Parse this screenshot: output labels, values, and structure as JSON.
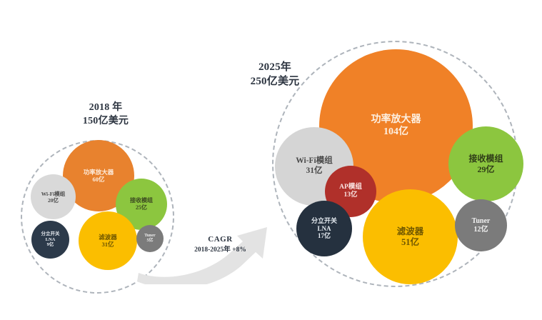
{
  "groups": {
    "y2018": {
      "title_line1": "2018 年",
      "title_line2": "150亿美元"
    },
    "y2025": {
      "title_line1": "2025年",
      "title_line2": "250亿美元"
    }
  },
  "cagr": {
    "line1": "CAGR",
    "line2": "2018-2025年 +8%"
  },
  "bubbles_2018": [
    {
      "label": "功率放大器",
      "value": "60亿",
      "color": "#e8822e"
    },
    {
      "label": "Wi-Fi模组",
      "value": "20亿",
      "color": "#d9d9d9"
    },
    {
      "label": "接收模组",
      "value": "25亿",
      "color": "#8cc63f"
    },
    {
      "label": "滤波器",
      "value": "31亿",
      "color": "#fbbe00"
    },
    {
      "label": "分立开关",
      "label2": "LNA",
      "value": "9亿",
      "color": "#2c3a4a"
    },
    {
      "label": "Tuner",
      "value": "5亿",
      "color": "#7b7b7b"
    }
  ],
  "bubbles_2025": [
    {
      "label": "功率放大器",
      "value": "104亿",
      "color": "#f08127"
    },
    {
      "label": "Wi-Fi模组",
      "value": "31亿",
      "color": "#d5d5d5"
    },
    {
      "label": "接收模组",
      "value": "29亿",
      "color": "#8cc63f"
    },
    {
      "label": "滤波器",
      "value": "51亿",
      "color": "#fbbe00"
    },
    {
      "label": "AP模组",
      "value": "13亿",
      "color": "#b0302a"
    },
    {
      "label": "分立开关",
      "label2": "LNA",
      "value": "17亿",
      "color": "#25313f"
    },
    {
      "label": "Tuner",
      "value": "12亿",
      "color": "#7b7b7b"
    }
  ],
  "watermark": "",
  "chart_data": {
    "type": "bubble",
    "title": "全球射频前端市场规模构成 2018 vs 2025",
    "unit": "亿美元",
    "series": [
      {
        "name": "2018 年",
        "total": 150,
        "total_label": "150亿美元",
        "categories": [
          "功率放大器",
          "Wi-Fi模组",
          "接收模组",
          "滤波器",
          "分立开关 LNA",
          "Tuner"
        ],
        "values": [
          60,
          20,
          25,
          31,
          9,
          5
        ],
        "value_labels": [
          "60亿",
          "20亿",
          "25亿",
          "31亿",
          "9亿",
          "5亿"
        ],
        "colors": [
          "#e8822e",
          "#d9d9d9",
          "#8cc63f",
          "#fbbe00",
          "#2c3a4a",
          "#7b7b7b"
        ]
      },
      {
        "name": "2025年",
        "total": 250,
        "total_label": "250亿美元",
        "categories": [
          "功率放大器",
          "Wi-Fi模组",
          "接收模组",
          "滤波器",
          "AP模组",
          "分立开关 LNA",
          "Tuner"
        ],
        "values": [
          104,
          31,
          29,
          51,
          13,
          17,
          12
        ],
        "value_labels": [
          "104亿",
          "31亿",
          "29亿",
          "51亿",
          "13亿",
          "17亿",
          "12亿"
        ],
        "colors": [
          "#f08127",
          "#d5d5d5",
          "#8cc63f",
          "#fbbe00",
          "#b0302a",
          "#25313f",
          "#7b7b7b"
        ]
      }
    ],
    "annotations": [
      {
        "text": "CAGR",
        "subtext": "2018-2025年 +8%",
        "type": "growth-arrow"
      }
    ],
    "legend": "none",
    "grid": false
  }
}
